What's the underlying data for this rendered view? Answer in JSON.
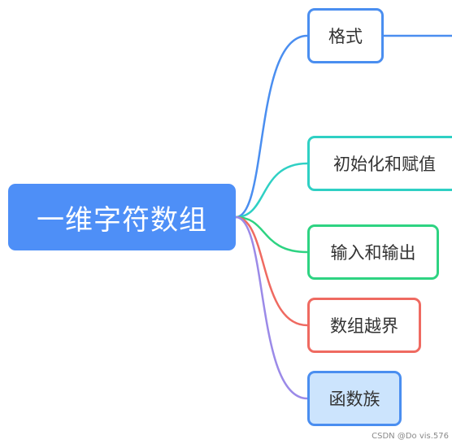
{
  "mindmap": {
    "root": {
      "label": "一维字符数组"
    },
    "branches": [
      {
        "id": "format",
        "label": "格式",
        "color": "#4a8ef0"
      },
      {
        "id": "init",
        "label": "初始化和赋值",
        "color": "#2fd0c4"
      },
      {
        "id": "io",
        "label": "输入和输出",
        "color": "#2ed382"
      },
      {
        "id": "bounds",
        "label": "数组越界",
        "color": "#ef6a61"
      },
      {
        "id": "func",
        "label": "函数族",
        "color": "#9b8ae8",
        "highlighted": true
      }
    ]
  },
  "watermark": "CSDN @Do vis.576"
}
